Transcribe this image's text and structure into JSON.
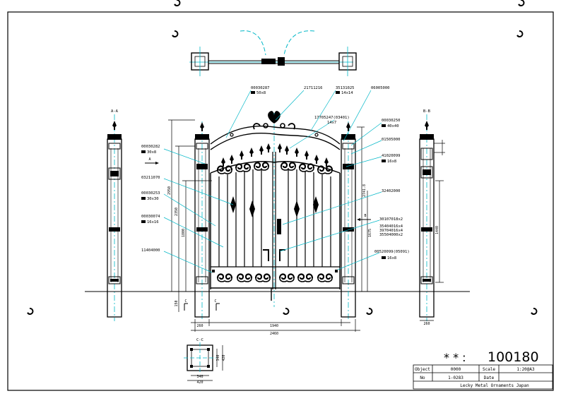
{
  "title_block": {
    "drawing_number": "100180",
    "stars": "* * :",
    "object_label": "Object",
    "object_value": "0000",
    "scale_label": "Scale",
    "scale_value": "1:20@A3",
    "no_label": "No",
    "no_value": "1-0283",
    "date_label": "Date",
    "date_value": "",
    "company": "Lecky Metal Ornaments Japan"
  },
  "sections": {
    "aa": "A-A",
    "bb": "B-B",
    "cc": "C-C",
    "a_marker": "A",
    "b_marker": "B",
    "c_left": "C",
    "c_right": "C"
  },
  "callouts": {
    "c1": "00030287",
    "c1s": "50x8",
    "c2": "21711216",
    "c3": "35131025",
    "c3s": "14x14",
    "c4": "06005000",
    "c5a": "17705247(03401)",
    "c5b": "14x7",
    "c6": "00030250",
    "c6s": "40x40",
    "c7": "01505000",
    "c8": "41020099",
    "c8s": "16x8",
    "c9": "32402000",
    "c10": "30107018x2",
    "c11a": "35404016x4",
    "c11b": "39704016x4",
    "c11c": "35504000x2",
    "c12": "00520099(05091)",
    "c12s": "16x8",
    "l1": "00030282",
    "l1s": "30x8",
    "l2": "03211070",
    "l3": "00030253",
    "l3s": "30x30",
    "l4": "00030074",
    "l4s": "16x16",
    "l5": "11404000"
  },
  "dimensions": {
    "w_post_left": "260",
    "w_opening": "1940",
    "w_total": "2460",
    "h_2950": "2950",
    "h_2350": "2350",
    "h_1800": "1800",
    "h_2741": "2741.8",
    "h_1675": "1675",
    "h_150": "150",
    "bb_width": "260",
    "bb_height": "1440",
    "cc_340": "340",
    "cc_420": "420",
    "cc_340v": "340",
    "cc_420v": "420"
  }
}
